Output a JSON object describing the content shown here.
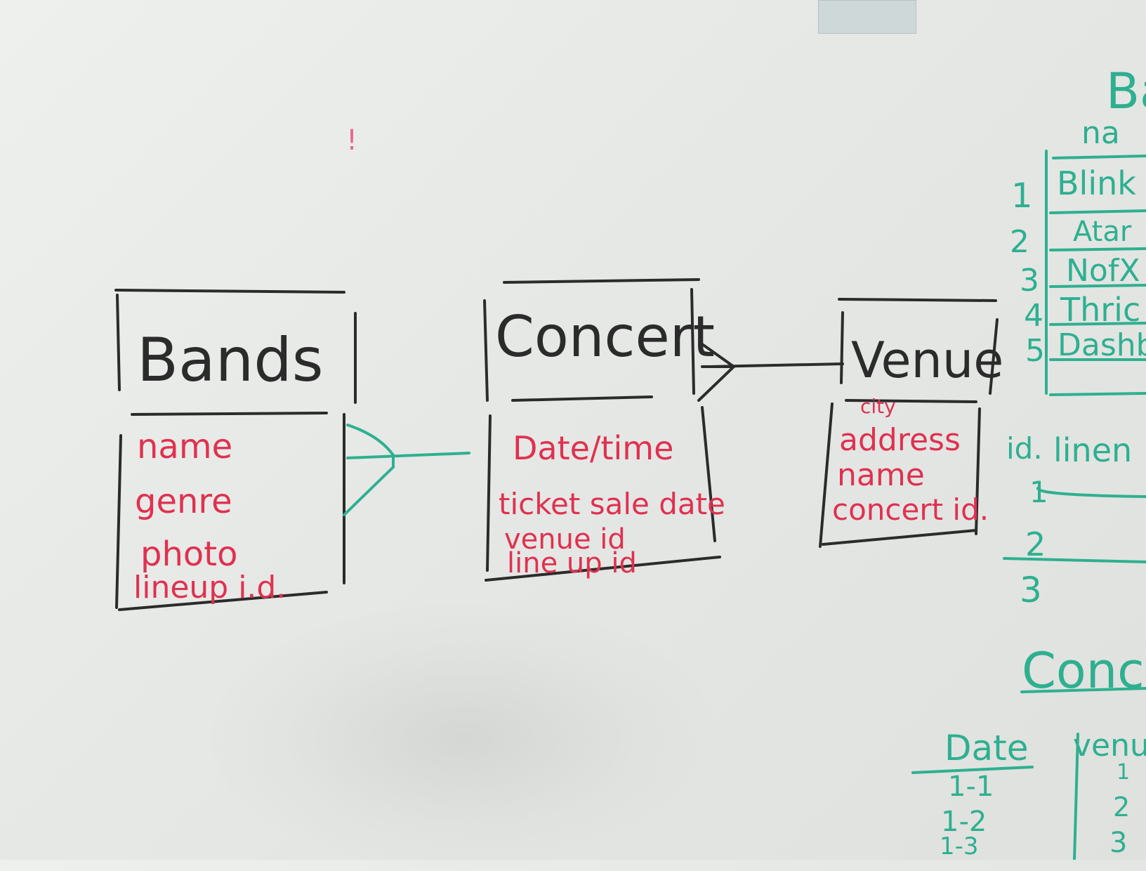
{
  "colors": {
    "board": "#e8eae8",
    "black_marker": "#2b2b2b",
    "red_marker": "#e0314f",
    "green_marker": "#2eb090"
  },
  "diagram": {
    "bands": {
      "title": "Bands",
      "fields": [
        "name",
        "genre",
        "photo",
        "lineup i.d."
      ]
    },
    "concert": {
      "title": "Concert",
      "fields": [
        "Date/time",
        "ticket sale date",
        "venue id",
        "line up id"
      ]
    },
    "venue": {
      "title": "Venue",
      "fields": [
        "city",
        "address",
        "name",
        "concert id."
      ]
    },
    "mark": "!"
  },
  "side_tables": {
    "bands_table": {
      "title": "Ba",
      "header": "na",
      "ids": [
        "1",
        "2",
        "3",
        "4",
        "5"
      ],
      "names": [
        "Blink",
        "Atar",
        "NofX",
        "Thric",
        "Dashb"
      ]
    },
    "lineup_table": {
      "header_id": "id.",
      "header": "linen",
      "rows": [
        "1",
        "2",
        "3"
      ]
    },
    "concert_table": {
      "title": "Concer",
      "col_date": "Date",
      "col_venue": "venu",
      "dates": [
        "1-1",
        "1-2",
        "1-3"
      ],
      "venues": [
        "1",
        "2",
        "3"
      ]
    }
  }
}
